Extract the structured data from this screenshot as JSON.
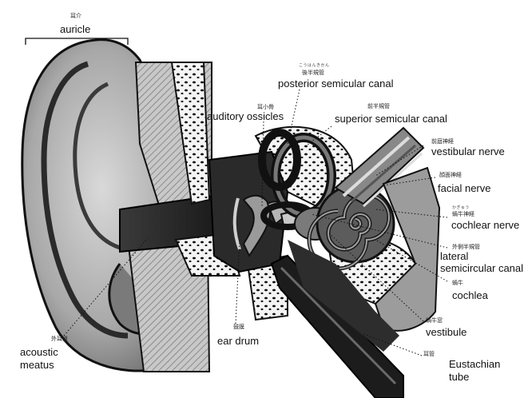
{
  "labels": {
    "auricle": {
      "en": "auricle",
      "jp": "耳介"
    },
    "posterior": {
      "en": "posterior semicular canal",
      "jp": "後半規管",
      "ruby": "こうはんきかん"
    },
    "ossicles": {
      "en": "auditory ossicles",
      "jp": "耳小骨"
    },
    "superior": {
      "en": "superior semicular canal",
      "jp": "前半規管"
    },
    "vestibular": {
      "en": "vestibular nerve",
      "jp": "前庭神経"
    },
    "facial": {
      "en": "facial nerve",
      "jp": "顔面神経"
    },
    "cochlear": {
      "en": "cochlear nerve",
      "jp": "蝸牛神経",
      "ruby": "かぎゅう"
    },
    "lateral": {
      "en1": "lateral",
      "en2": "semicircular canal",
      "jp": "外側半規管"
    },
    "cochlea": {
      "en": "cochlea",
      "jp": "蝸牛"
    },
    "vestibule": {
      "en": "vestibule",
      "jp": "蝸牛窓"
    },
    "acoustic": {
      "en1": "acoustic",
      "en2": "meatus",
      "jp": "外耳道"
    },
    "eardrum": {
      "en": "ear drum",
      "jp": "鼓膜"
    },
    "eustachian": {
      "en1": "Eustachian",
      "en2": "tube",
      "jp": "耳管"
    }
  }
}
